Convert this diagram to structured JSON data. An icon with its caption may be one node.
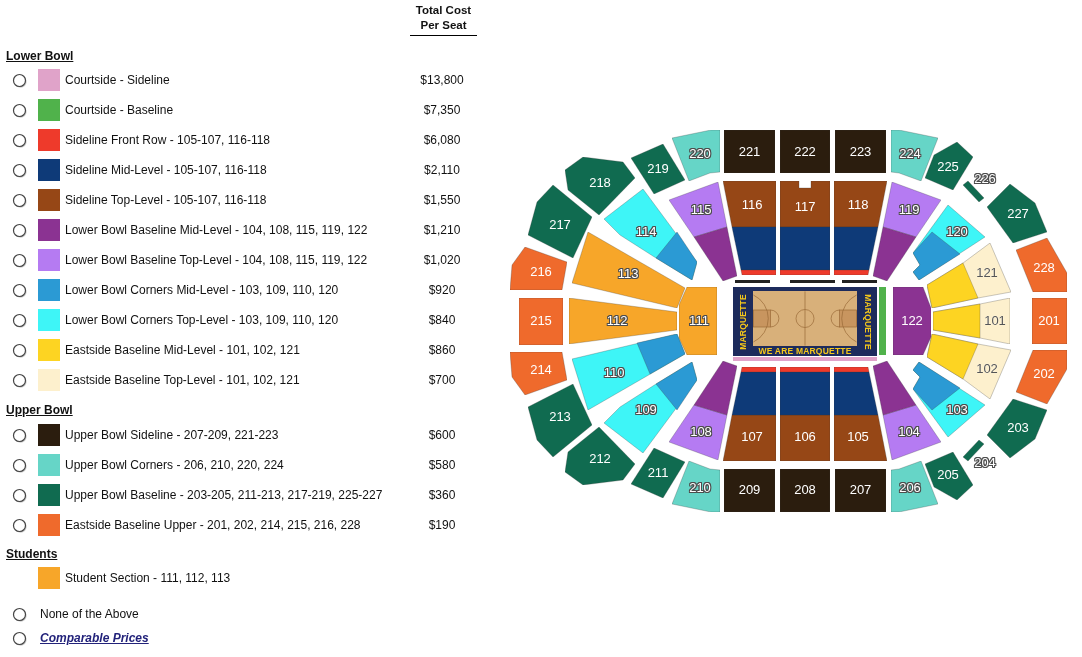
{
  "diagram": {
    "nodes": [
      {
        "text": [
          "220"
        ]
      },
      {
        "text": [
          "221"
        ]
      },
      {
        "text": [
          "222"
        ]
      },
      {
        "text": [
          "223"
        ]
      },
      {
        "text": [
          "224"
        ]
      },
      {
        "text": [
          "219"
        ]
      },
      {
        "text": [
          "225"
        ]
      },
      {
        "text": [
          "218"
        ]
      },
      {
        "text": [
          "226"
        ]
      },
      {
        "text": [
          "115"
        ]
      },
      {
        "text": [
          "116"
        ]
      },
      {
        "text": [
          "117"
        ]
      },
      {
        "text": [
          "118"
        ]
      },
      {
        "text": [
          "119"
        ]
      },
      {
        "text": [
          "227"
        ]
      },
      {
        "text": [
          "217"
        ]
      },
      {
        "text": [
          "114"
        ]
      },
      {
        "text": [
          "120"
        ]
      },
      {
        "text": [
          "216"
        ]
      },
      {
        "text": [
          "113"
        ]
      },
      {
        "text": [
          "121"
        ]
      },
      {
        "text": [
          "228"
        ]
      },
      {
        "text": [
          "215"
        ]
      },
      {
        "text": [
          "112"
        ]
      },
      {
        "text": [
          "111"
        ]
      },
      {
        "text": [
          "MARQUETTE",
          "WE ARE MARQUETTE",
          "MARQUETTE"
        ]
      },
      {
        "text": [
          "122"
        ]
      },
      {
        "text": [
          "101"
        ]
      },
      {
        "text": [
          "201"
        ]
      },
      {
        "text": [
          "214"
        ]
      },
      {
        "text": [
          "110"
        ]
      },
      {
        "text": [
          "102"
        ]
      },
      {
        "text": [
          "202"
        ]
      },
      {
        "text": [
          "213"
        ]
      },
      {
        "text": [
          "109"
        ]
      },
      {
        "text": [
          "103"
        ]
      },
      {
        "text": [
          "108"
        ]
      },
      {
        "text": [
          "107"
        ]
      },
      {
        "text": [
          "106"
        ]
      },
      {
        "text": [
          "105"
        ]
      },
      {
        "text": [
          "104"
        ]
      },
      {
        "text": [
          "203"
        ]
      },
      {
        "text": [
          "212"
        ]
      },
      {
        "text": [
          "204"
        ]
      },
      {
        "text": [
          "211"
        ]
      },
      {
        "text": [
          "205"
        ]
      },
      {
        "text": [
          "210"
        ]
      },
      {
        "text": [
          "209"
        ]
      },
      {
        "text": [
          "208"
        ]
      },
      {
        "text": [
          "207"
        ]
      },
      {
        "text": [
          "206"
        ]
      }
    ],
    "labels": [
      "Total Cost Per Seat",
      "Lower Bowl",
      "$13,800",
      "$7,350",
      "$6,080",
      "$2,110",
      "$1,550",
      "$1,210",
      "$1,020",
      "$920",
      "$840",
      "$860",
      "$700",
      "Upper Bowl",
      "$600",
      "$580",
      "$360",
      "$190",
      "Students",
      "None of the Above",
      "Comparable Prices"
    ],
    "legend": [
      {
        "text": "Courtside - Sideline",
        "color": "#e0a3c9"
      },
      {
        "text": "Courtside - Baseline",
        "color": "#50b24b"
      },
      {
        "text": "Sideline Front Row - 105-107, 116-118",
        "color": "#ee3a2b"
      },
      {
        "text": "Sideline Mid-Level - 105-107, 116-118",
        "color": "#0e3a78"
      },
      {
        "text": "Sideline Top-Level - 105-107, 116-118",
        "color": "#964716"
      },
      {
        "text": "Lower Bowl Baseline Mid-Level - 104, 108, 115, 119, 122",
        "color": "#8b3392"
      },
      {
        "text": "Lower Bowl Baseline Top-Level - 104, 108, 115, 119, 122",
        "color": "#b57bf2"
      },
      {
        "text": "Lower Bowl Corners Mid-Level - 103, 109, 110, 120",
        "color": "#2b9ad4"
      },
      {
        "text": "Lower Bowl Corners Top-Level - 103, 109, 110, 120",
        "color": "#3ef5f7"
      },
      {
        "text": "Eastside Baseline Mid-Level - 101, 102, 121",
        "color": "#fdd422"
      },
      {
        "text": "Eastside Baseline Top-Level - 101, 102, 121",
        "color": "#fdf0cd"
      },
      {
        "text": "Upper Bowl Sideline - 207-209, 221-223",
        "color": "#2b1d0e"
      },
      {
        "text": "Upper Bowl Corners - 206, 210, 220, 224",
        "color": "#66d5c7"
      },
      {
        "text": "Upper Bowl Baseline - 203-205, 211-213, 217-219, 225-227",
        "color": "#106b50"
      },
      {
        "text": "Eastside Baseline Upper - 201, 202, 214, 215, 216, 228",
        "color": "#ef6a2c"
      },
      {
        "text": "Student Section - 111, 112, 113",
        "color": "#f7a629"
      }
    ]
  }
}
